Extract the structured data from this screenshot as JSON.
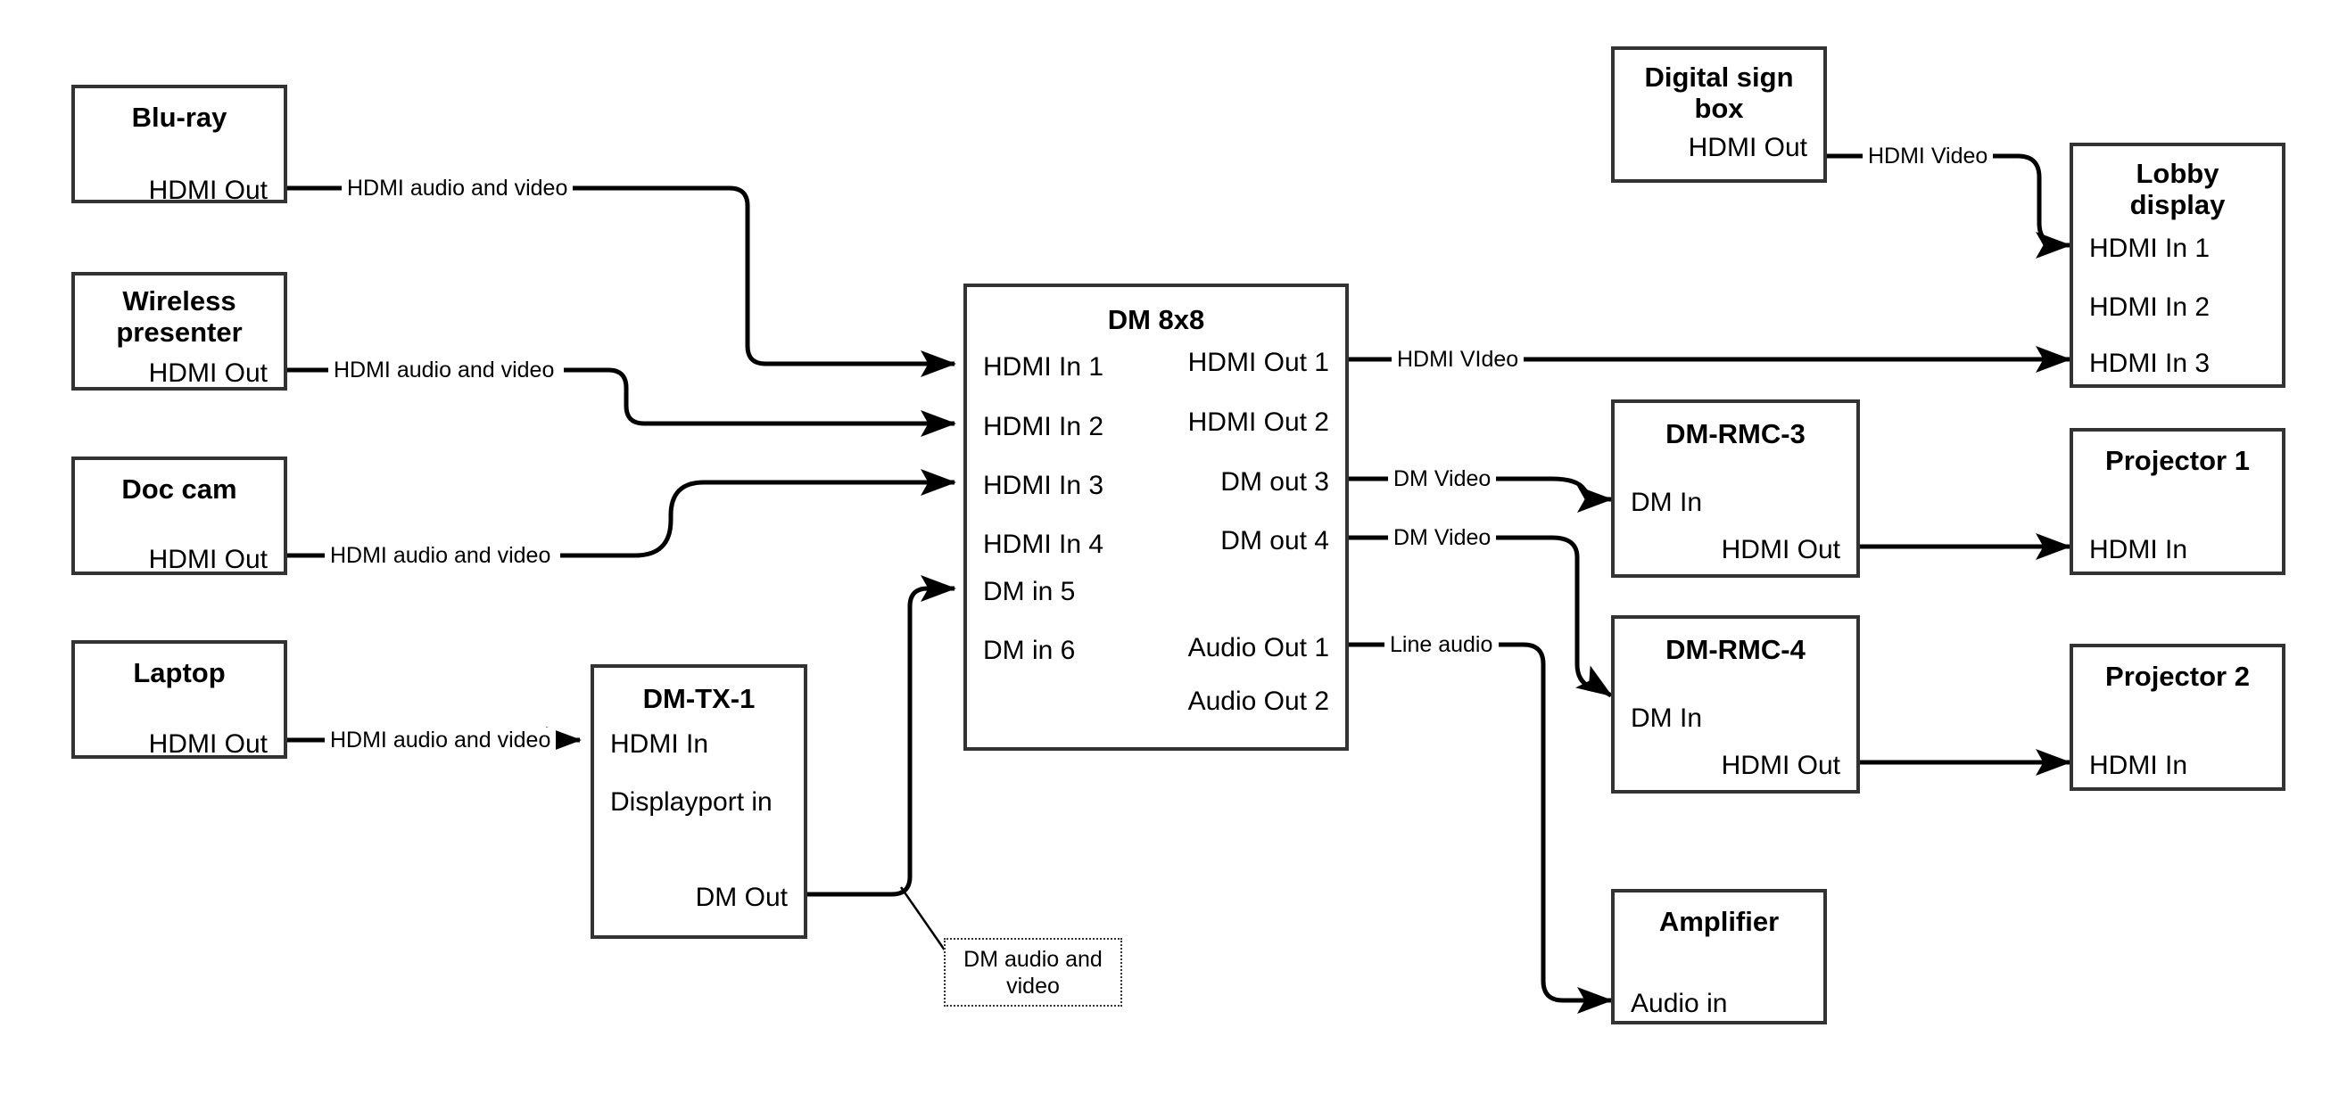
{
  "diagram": {
    "title": "DM 8x8 AV signal routing diagram",
    "stroke_color": "#000000",
    "box_border_color": "#333333",
    "background": "#ffffff"
  },
  "nodes": {
    "bluray": {
      "title": "Blu-ray",
      "ports_right": [
        "HDMI Out"
      ]
    },
    "wireless": {
      "title": "Wireless\npresenter",
      "title_line1": "Wireless",
      "title_line2": "presenter",
      "ports_right": [
        "HDMI Out"
      ]
    },
    "doccam": {
      "title": "Doc cam",
      "ports_right": [
        "HDMI Out"
      ]
    },
    "laptop": {
      "title": "Laptop",
      "ports_right": [
        "HDMI Out"
      ]
    },
    "dmtx1": {
      "title": "DM-TX-1",
      "ports_left": [
        "HDMI In",
        "Displayport in"
      ],
      "ports_right": [
        "DM Out"
      ]
    },
    "dm8x8": {
      "title": "DM 8x8",
      "inputs": [
        "HDMI In 1",
        "HDMI In 2",
        "HDMI In 3",
        "HDMI In 4",
        "DM in 5",
        "DM in 6"
      ],
      "outputs": [
        "HDMI Out 1",
        "HDMI Out 2",
        "DM out 3",
        "DM out 4",
        "Audio Out 1",
        "Audio Out 2"
      ]
    },
    "digitalsign": {
      "title_line1": "Digital sign",
      "title_line2": "box",
      "ports_right": [
        "HDMI Out"
      ]
    },
    "lobby": {
      "title_line1": "Lobby",
      "title_line2": "display",
      "ports_left": [
        "HDMI In 1",
        "HDMI In 2",
        "HDMI In 3"
      ]
    },
    "dmrmc3": {
      "title": "DM-RMC-3",
      "ports_left": [
        "DM In"
      ],
      "ports_right": [
        "HDMI Out"
      ]
    },
    "dmrmc4": {
      "title": "DM-RMC-4",
      "ports_left": [
        "DM In"
      ],
      "ports_right": [
        "HDMI Out"
      ]
    },
    "projector1": {
      "title": "Projector 1",
      "ports_left": [
        "HDMI In"
      ]
    },
    "projector2": {
      "title": "Projector 2",
      "ports_left": [
        "HDMI In"
      ]
    },
    "amplifier": {
      "title": "Amplifier",
      "ports_left": [
        "Audio in"
      ]
    }
  },
  "edge_labels": {
    "bluray_to_dm": "HDMI audio and video",
    "wireless_to_dm": "HDMI audio and video",
    "doccam_to_dm": "HDMI audio and video",
    "laptop_to_dmtx1": "HDMI audio and video",
    "dmtx1_to_dm": "DM audio and\nvideo",
    "dmtx1_to_dm_line1": "DM audio and",
    "dmtx1_to_dm_line2": "video",
    "sign_to_lobby": "HDMI Video",
    "hdmiout1_to_lobby": "HDMI VIdeo",
    "dmout3_to_rmc3": "DM Video",
    "dmout4_to_rmc4": "DM Video",
    "audioout1_to_amp": "Line audio"
  }
}
